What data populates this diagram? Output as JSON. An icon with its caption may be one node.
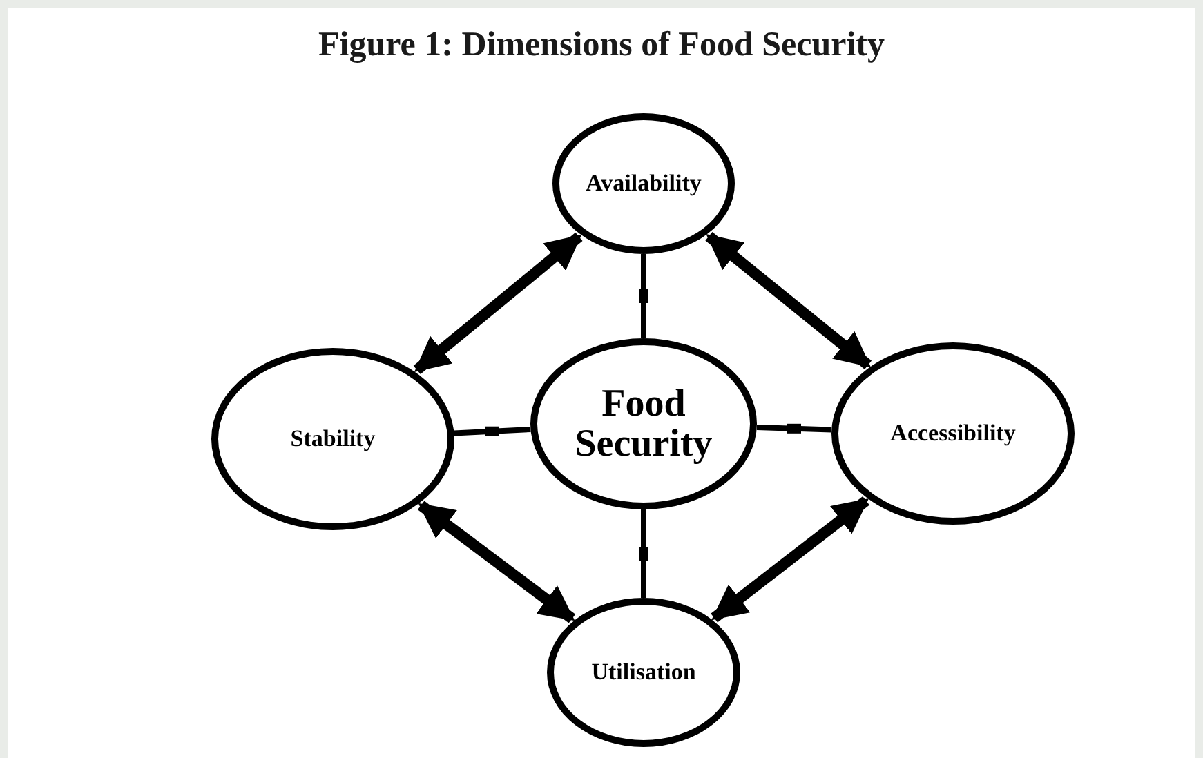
{
  "diagram": {
    "title": "Figure 1: Dimensions of Food Security",
    "nodes": [
      {
        "text": [
          "Availability"
        ]
      },
      {
        "text": [
          "Stability"
        ]
      },
      {
        "text": [
          "Food Security"
        ]
      },
      {
        "text": [
          "Accessibility"
        ]
      },
      {
        "text": [
          "Utilisation"
        ]
      }
    ],
    "edges": [
      {
        "from": 2,
        "to": 0,
        "arrow": "none"
      },
      {
        "from": 2,
        "to": 1,
        "arrow": "none"
      },
      {
        "from": 2,
        "to": 3,
        "arrow": "none"
      },
      {
        "from": 2,
        "to": 4,
        "arrow": "none"
      },
      {
        "from": 0,
        "to": 3,
        "arrow": "both",
        "style": "thick"
      },
      {
        "from": 3,
        "to": 4,
        "arrow": "both",
        "style": "thick"
      },
      {
        "from": 4,
        "to": 1,
        "arrow": "both",
        "style": "thick"
      },
      {
        "from": 1,
        "to": 0,
        "arrow": "both",
        "style": "thick"
      }
    ]
  }
}
